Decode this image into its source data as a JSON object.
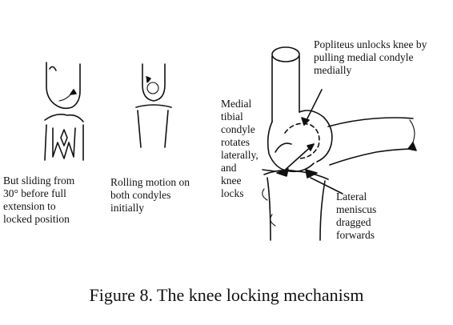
{
  "labels": {
    "sliding": "But sliding from\n30° before full\nextension to\nlocked position",
    "rolling": "Rolling motion on\nboth condyles\ninitially",
    "medial": "Medial\ntibial\ncondyle\nrotates\nlaterally,\nand\nknee\nlocks",
    "popliteus": "Popliteus unlocks knee by\npulling medial condyle\nmedially",
    "lateral": "Lateral\nmeniscus\ndragged\nforwards"
  },
  "caption": "Figure 8. The knee locking mechanism",
  "colors": {
    "ink": "#111111",
    "background": "#ffffff"
  }
}
